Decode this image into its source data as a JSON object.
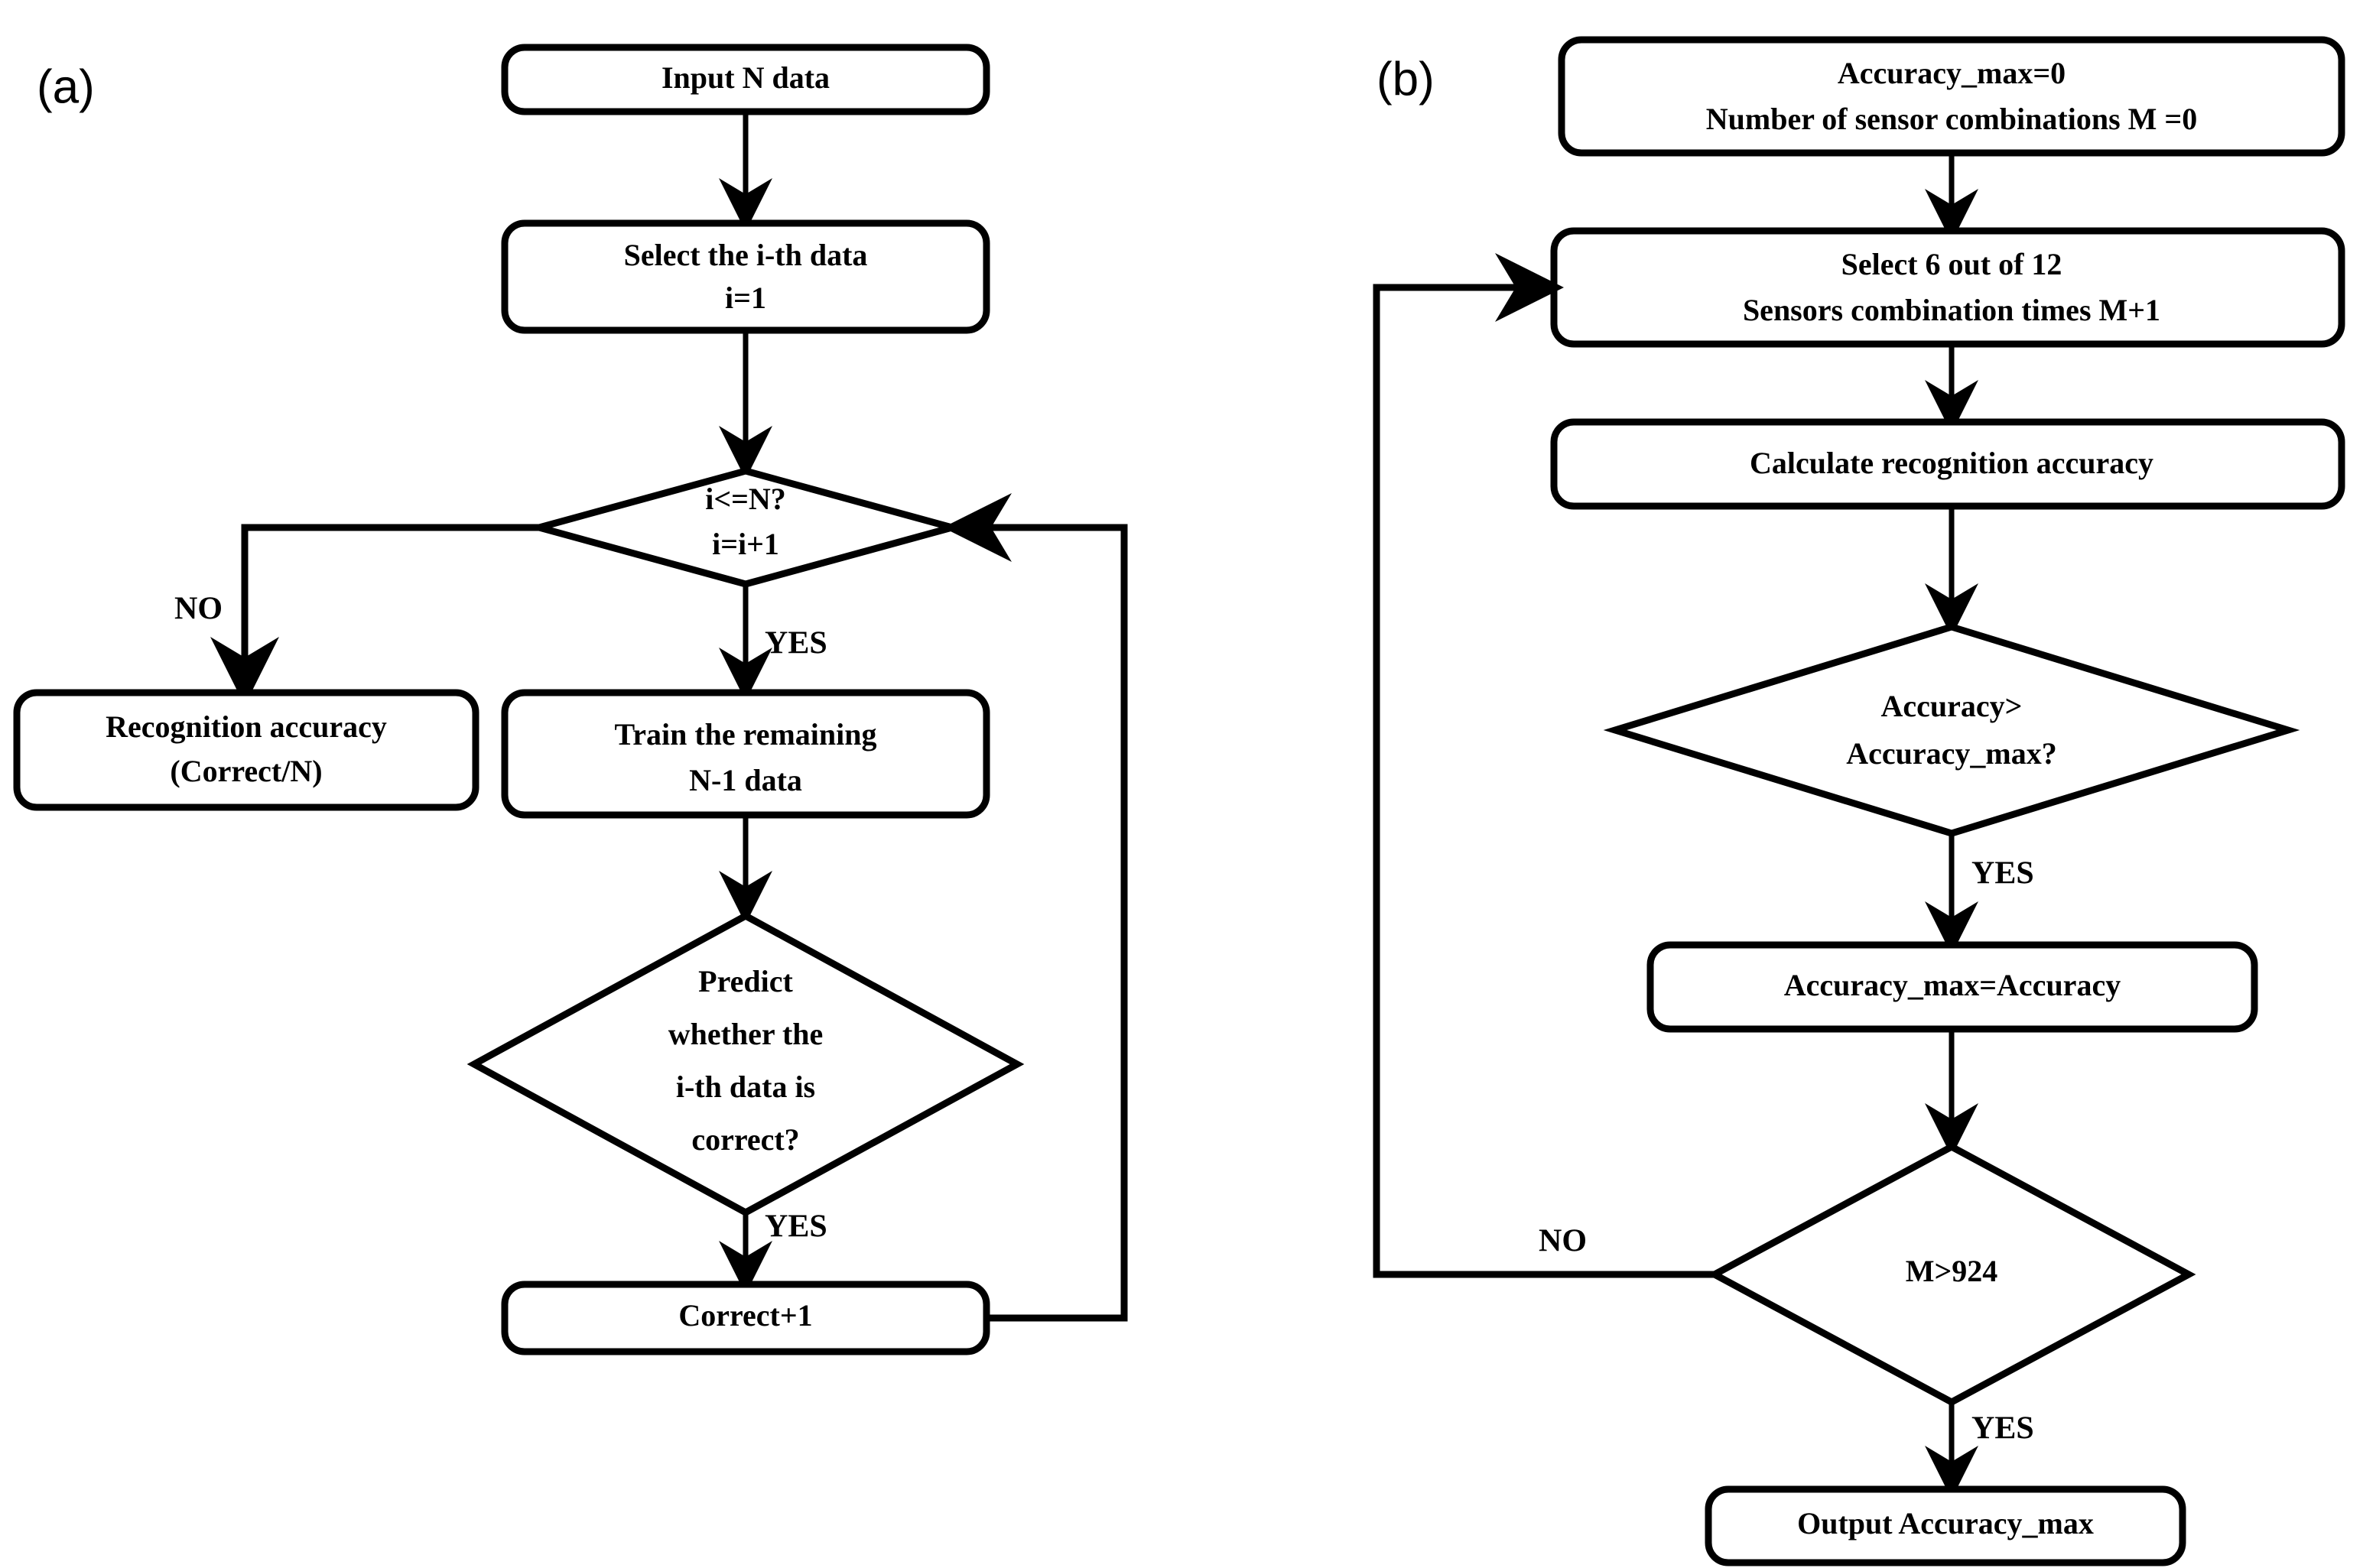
{
  "figure": {
    "background_color": "#ffffff",
    "line_color": "#000000",
    "panels": [
      {
        "id": "a",
        "label": "(a)"
      },
      {
        "id": "b",
        "label": "(b)"
      }
    ]
  },
  "panel_a": {
    "label": "(a)",
    "nodes": {
      "input": {
        "shape": "rounded-rect",
        "line1": "Input N data"
      },
      "select": {
        "shape": "rounded-rect",
        "line1": "Select the i-th data",
        "line2": "i=1"
      },
      "check_i": {
        "shape": "diamond",
        "line1": "i<=N?",
        "line2": "i=i+1"
      },
      "accuracy": {
        "shape": "rounded-rect",
        "line1": "Recognition accuracy",
        "line2": "(Correct/N)"
      },
      "train": {
        "shape": "rounded-rect",
        "line1": "Train the remaining",
        "line2": "N-1 data"
      },
      "predict": {
        "shape": "diamond",
        "line1": "Predict",
        "line2": "whether the",
        "line3": "i-th data is",
        "line4": "correct?"
      },
      "correct": {
        "shape": "rounded-rect",
        "line1": "Correct+1"
      }
    },
    "edge_labels": {
      "check_no": "NO",
      "check_yes": "YES",
      "predict_yes": "YES"
    }
  },
  "panel_b": {
    "label": "(b)",
    "nodes": {
      "init": {
        "shape": "rounded-rect",
        "line1": "Accuracy_max=0",
        "line2": "Number of sensor combinations M =0"
      },
      "select_sensors": {
        "shape": "rounded-rect",
        "line1": "Select 6 out of 12",
        "line2": "Sensors combination times M+1"
      },
      "calc": {
        "shape": "rounded-rect",
        "line1": "Calculate recognition accuracy"
      },
      "compare": {
        "shape": "diamond",
        "line1": "Accuracy>",
        "line2": "Accuracy_max?"
      },
      "assign": {
        "shape": "rounded-rect",
        "line1": "Accuracy_max=Accuracy"
      },
      "check_m": {
        "shape": "diamond",
        "line1": "M>924"
      },
      "output": {
        "shape": "rounded-rect",
        "line1": "Output Accuracy_max"
      }
    },
    "edge_labels": {
      "compare_yes": "YES",
      "check_m_no": "NO",
      "check_m_yes": "YES"
    }
  }
}
